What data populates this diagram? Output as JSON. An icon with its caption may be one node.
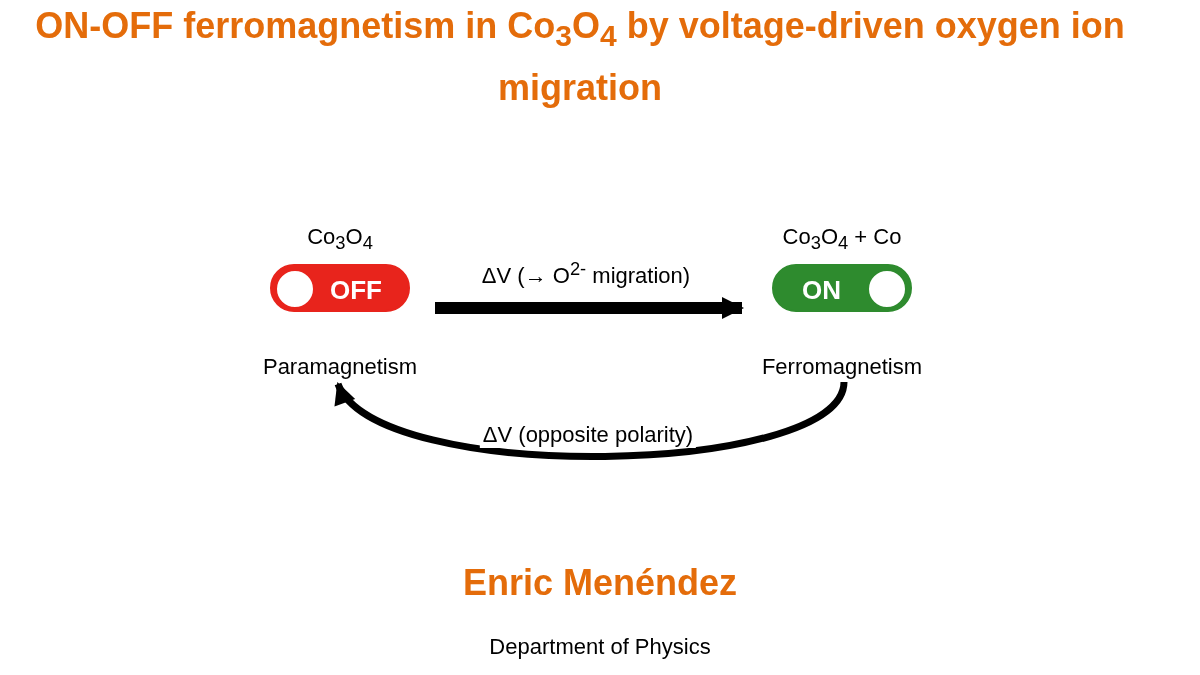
{
  "diagram": {
    "title": "ON-OFF ferromagnetism in Co$_{3}$O$_{4}$ by voltage-driven oxygen ion migration",
    "nodes": [
      {
        "text": [
          "OFF"
        ],
        "beside": [
          "Co$_{3}$O$_{4}$",
          "Paramagnetism"
        ]
      },
      {
        "text": [
          "ON"
        ],
        "beside": [
          "Co$_{3}$O$_{4}$ + Co",
          "Ferromagnetism"
        ]
      }
    ],
    "edges": [
      {
        "from": 0,
        "to": 1,
        "arrow": "to",
        "label": "ΔV (→ O$^{2-}$ migration)"
      },
      {
        "from": 1,
        "to": 0,
        "arrow": "to",
        "label": "ΔV (opposite polarity)"
      }
    ],
    "labels": [
      "Enric Menéndez",
      "Department of Physics"
    ]
  }
}
